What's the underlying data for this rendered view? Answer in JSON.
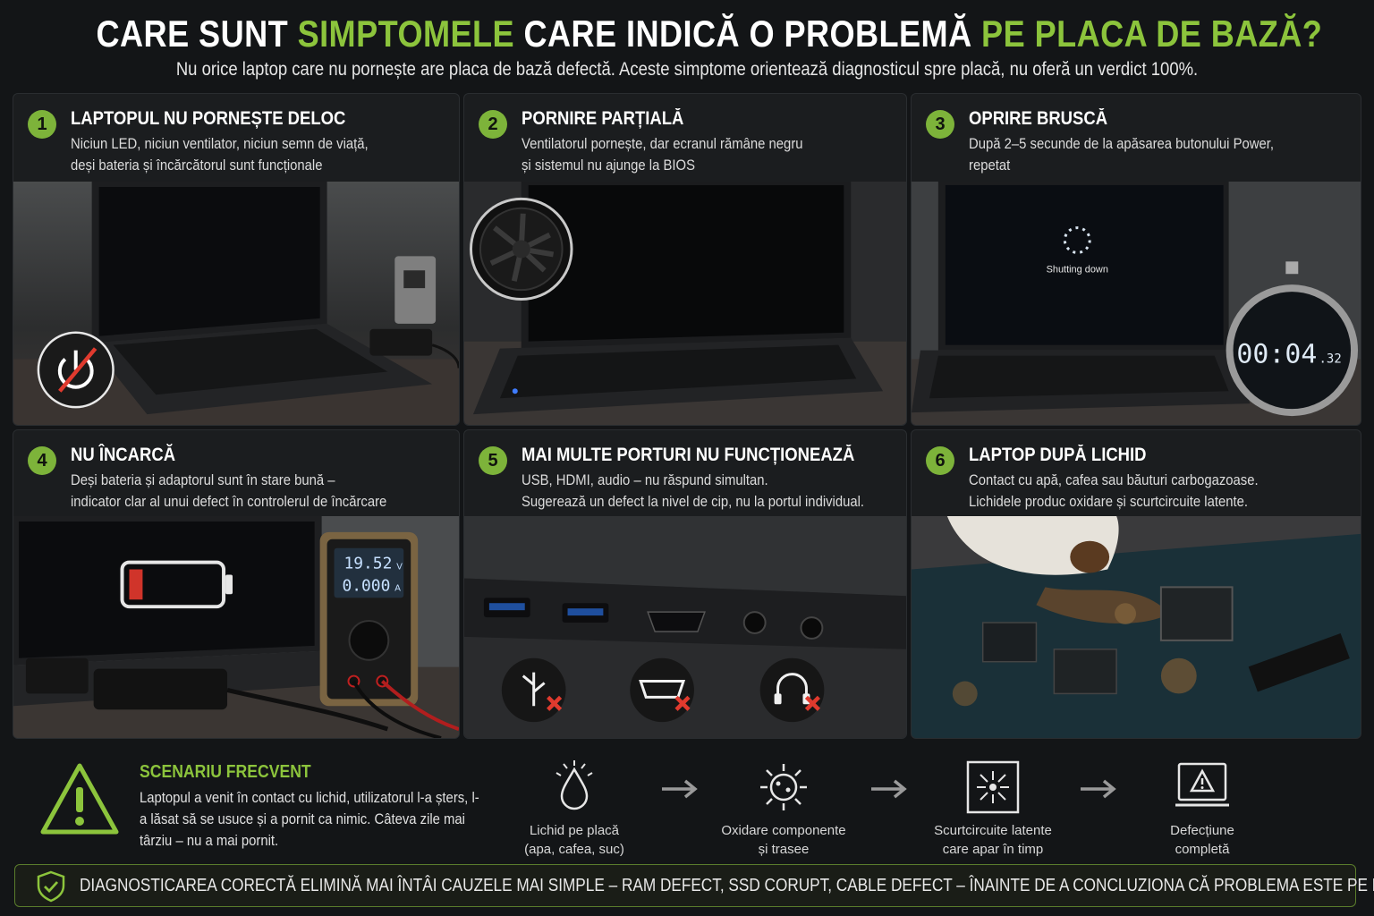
{
  "header": {
    "title_parts": [
      "CARE SUNT ",
      "SIMPTOMELE",
      " CARE INDICĂ O PROBLEMĂ ",
      "PE PLACA DE BAZĂ?"
    ],
    "subtitle": "Nu orice laptop care nu pornește are placa de bază defectă. Aceste simptome orientează diagnosticul spre placă, nu oferă un verdict 100%."
  },
  "colors": {
    "accent": "#8cc43c",
    "badge": "#7db33a",
    "alert": "#e03a2e",
    "background": "#131517"
  },
  "cards": [
    {
      "number": "1",
      "title": "LAPTOPUL NU PORNEȘTE DELOC",
      "description": "Niciun LED, niciun ventilator, niciun semn de viață,\ndeși bateria și încărcătorul sunt funcționale",
      "icon": "power-off-icon"
    },
    {
      "number": "2",
      "title": "PORNIRE PARȚIALĂ",
      "description": "Ventilatorul pornește, dar ecranul rămâne negru\nși sistemul nu ajunge la BIOS",
      "icon": "fan-icon"
    },
    {
      "number": "3",
      "title": "OPRIRE BRUSCĂ",
      "description": "După 2–5 secunde de la apăsarea butonului Power,\nrepetat",
      "icon": "stopwatch-icon",
      "screen_text": "Shutting down",
      "timer": "00:04",
      "timer_fraction": ".32"
    },
    {
      "number": "4",
      "title": "NU ÎNCARCĂ",
      "description": "Deși bateria și adaptorul sunt în stare bună –\nindicator clar al unui defect în controlerul de încărcare",
      "icon": "battery-low-icon",
      "meter_voltage": "19.52",
      "meter_voltage_unit": "V",
      "meter_current": "0.000",
      "meter_current_unit": "A",
      "battery_level": 0.15
    },
    {
      "number": "5",
      "title": "MAI MULTE PORTURI NU FUNCȚIONEAZĂ",
      "description": "USB, HDMI, audio – nu răspund simultan.\nSugerează un defect la nivel de cip, nu la portul individual.",
      "icons": [
        "usb-icon",
        "hdmi-icon",
        "headphones-icon"
      ]
    },
    {
      "number": "6",
      "title": "LAPTOP DUPĂ LICHID",
      "description": "Contact cu apă, cafea sau băuturi carbogazoase.\nLichidele produc oxidare și scurtcircuite latente.",
      "icon": "liquid-damage-icon"
    }
  ],
  "scenario": {
    "title": "SCENARIU FRECVENT",
    "text": "Laptopul a venit în contact cu lichid, utilizatorul l-a șters, l-a lăsat să se usuce și a pornit ca nimic. Câteva zile mai târziu – nu a mai pornit.",
    "steps": [
      {
        "label": "Lichid pe placă\n(apa, cafea, suc)",
        "icon": "droplet-icon"
      },
      {
        "label": "Oxidare componente\nși trasee",
        "icon": "oxidation-icon"
      },
      {
        "label": "Scurtcircuite latente\ncare apar în timp",
        "icon": "short-circuit-icon"
      },
      {
        "label": "Defecțiune\ncompletă",
        "icon": "laptop-warning-icon"
      }
    ]
  },
  "footer": {
    "text": "DIAGNOSTICAREA CORECTĂ ELIMINĂ MAI ÎNTÂI CAUZELE MAI SIMPLE – RAM DEFECT, SSD CORUPT, CABLE DEFECT – ÎNAINTE DE A CONCLUZIONA CĂ PROBLEMA ESTE PE PLACĂ."
  }
}
